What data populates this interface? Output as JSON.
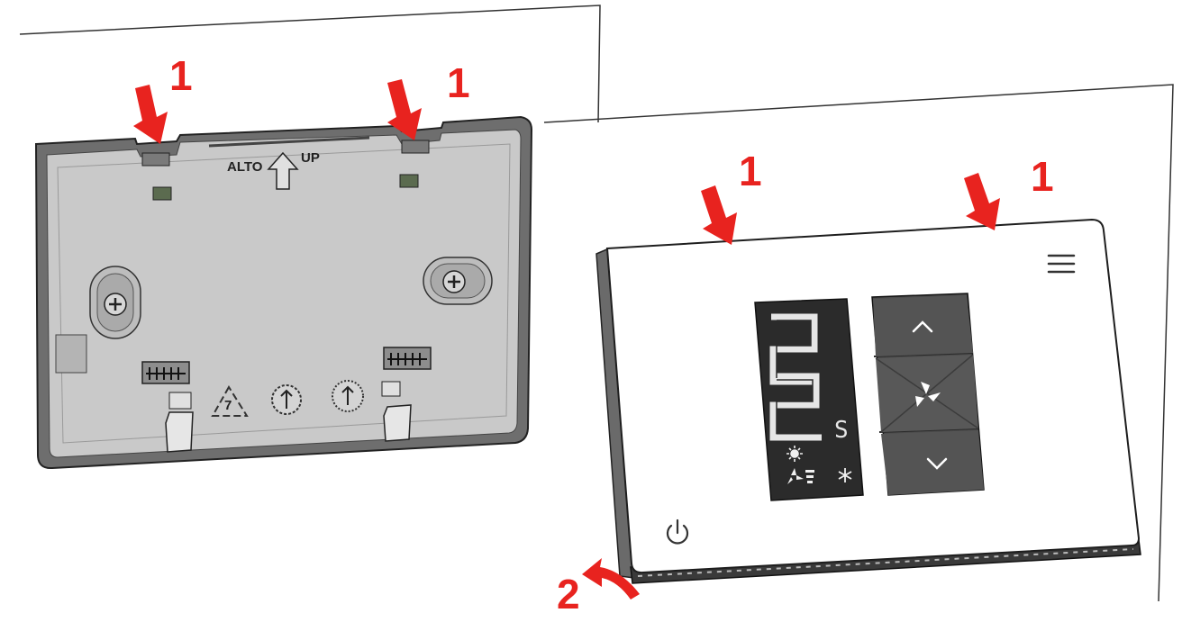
{
  "plate_labels": {
    "alto": "ALTO",
    "up": "UP",
    "recycle_code": "7"
  },
  "step_labels": [
    "1",
    "1",
    "1",
    "1",
    "2"
  ],
  "display": {
    "subscript": "S"
  },
  "icons": {
    "menu": "hamburger-menu-icon",
    "power": "power-icon",
    "up": "chevron-up-icon",
    "down": "chevron-down-icon",
    "fan": "fan-icon",
    "sun": "sun-icon",
    "snowflake": "snowflake-icon"
  },
  "colors": {
    "arrow": "#e8231f",
    "plate": "#c9c9c9",
    "device": "#ffffff",
    "screen": "#2b2b2b"
  }
}
